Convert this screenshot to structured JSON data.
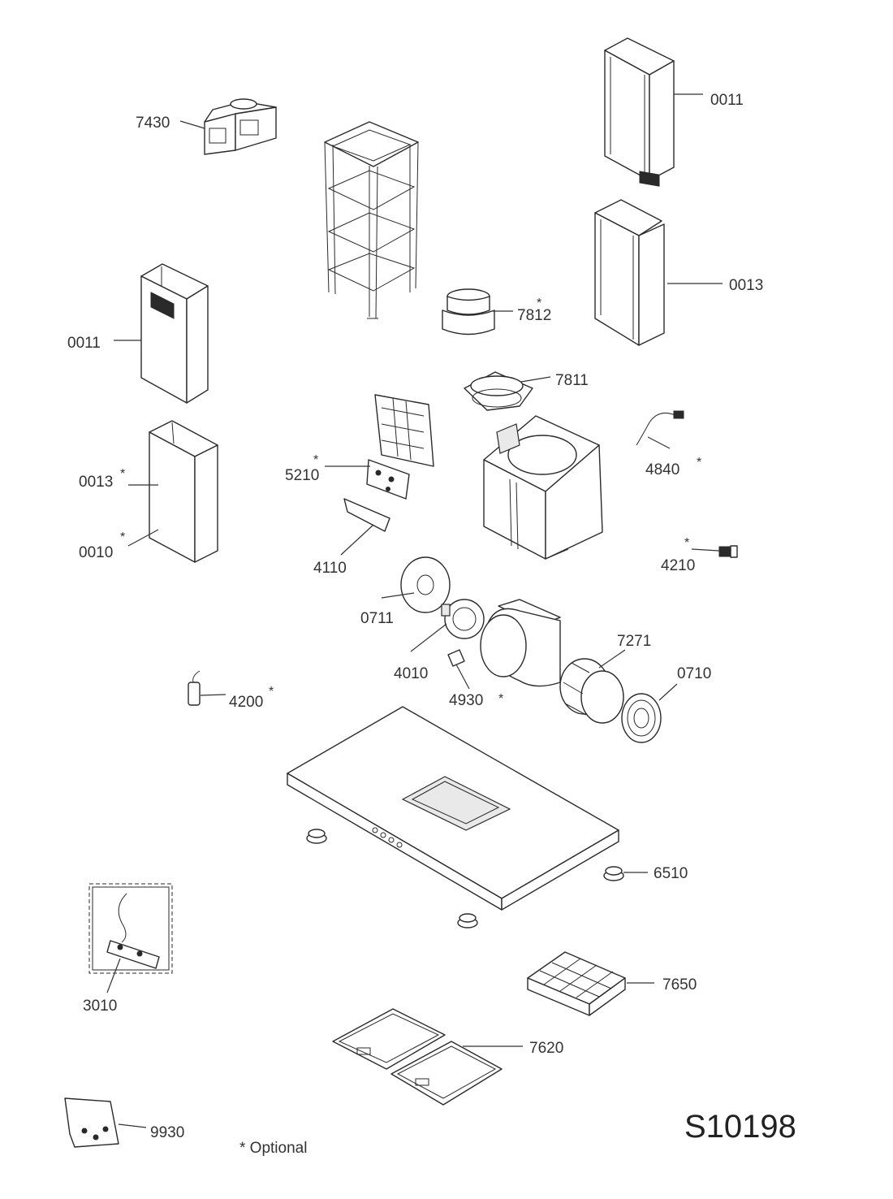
{
  "diagram": {
    "code": "S10198",
    "optional_note": "* Optional",
    "star": "*",
    "labels": {
      "p7430": "7430",
      "p0011_top": "0011",
      "p0013_top": "0013",
      "p7812": "7812",
      "p0011_left": "0011",
      "p7811": "7811",
      "p4840": "4840",
      "p5210": "5210",
      "p0013_left": "0013",
      "p0010": "0010",
      "p4110": "4110",
      "p4210": "4210",
      "p0711": "0711",
      "p7271": "7271",
      "p4010": "4010",
      "p0710": "0710",
      "p4930": "4930",
      "p4200": "4200",
      "p6510": "6510",
      "p3010": "3010",
      "p7650": "7650",
      "p7620": "7620",
      "p9930": "9930"
    }
  }
}
